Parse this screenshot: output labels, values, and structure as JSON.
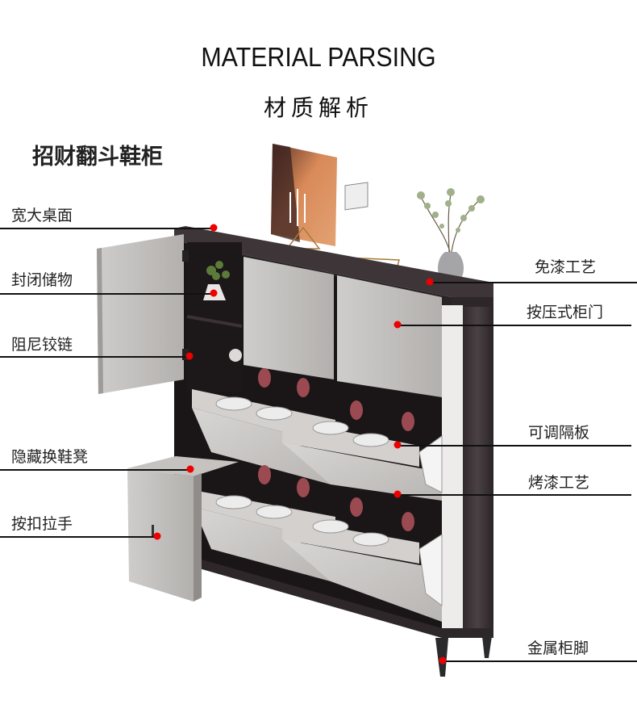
{
  "header": {
    "title": "MATERIAL PARSING",
    "subtitle": "材质解析",
    "product_name": "招财翻斗鞋柜"
  },
  "callouts": {
    "left": [
      {
        "id": "wide-desktop",
        "label": "宽大桌面"
      },
      {
        "id": "closed-storage",
        "label": "封闭储物"
      },
      {
        "id": "damping-hinge",
        "label": "阻尼铰链"
      },
      {
        "id": "hidden-shoe-stool",
        "label": "隐藏换鞋凳"
      },
      {
        "id": "press-handle",
        "label": "按扣拉手"
      }
    ],
    "right": [
      {
        "id": "paint-free-craft",
        "label": "免漆工艺"
      },
      {
        "id": "push-door",
        "label": "按压式柜门"
      },
      {
        "id": "adjustable-shelf",
        "label": "可调隔板"
      },
      {
        "id": "baking-paint-craft",
        "label": "烤漆工艺"
      },
      {
        "id": "metal-legs",
        "label": "金属柜脚"
      }
    ]
  },
  "colors": {
    "callout_dot": "#ee0000",
    "leader_line": "#111111",
    "wood_dark": "#3b3336",
    "panel_light": "#c9c6c4",
    "background": "#ffffff"
  }
}
